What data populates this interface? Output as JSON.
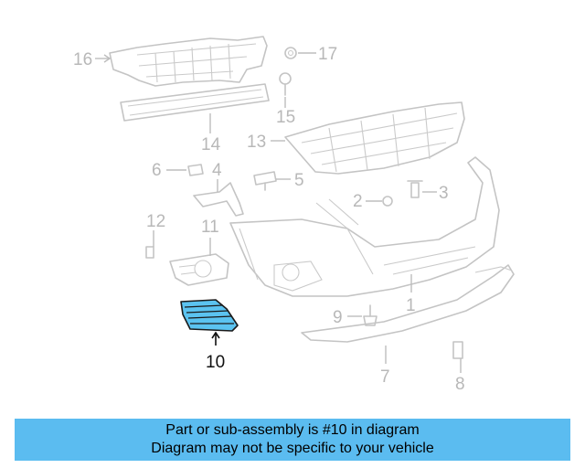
{
  "diagram": {
    "highlighted_part": "10",
    "callouts": {
      "c1": "1",
      "c2": "2",
      "c3": "3",
      "c4": "4",
      "c5": "5",
      "c6": "6",
      "c7": "7",
      "c8": "8",
      "c9": "9",
      "c10": "10",
      "c11": "11",
      "c12": "12",
      "c13": "13",
      "c14": "14",
      "c15": "15",
      "c16": "16",
      "c17": "17"
    }
  },
  "banner": {
    "line1": "Part or sub-assembly is #10 in diagram",
    "line2": "Diagram may not be specific to your vehicle"
  },
  "colors": {
    "banner_bg": "#5bbcf0",
    "highlight_part": "#5bc3f0",
    "ghost_part": "#c4c4c4"
  }
}
